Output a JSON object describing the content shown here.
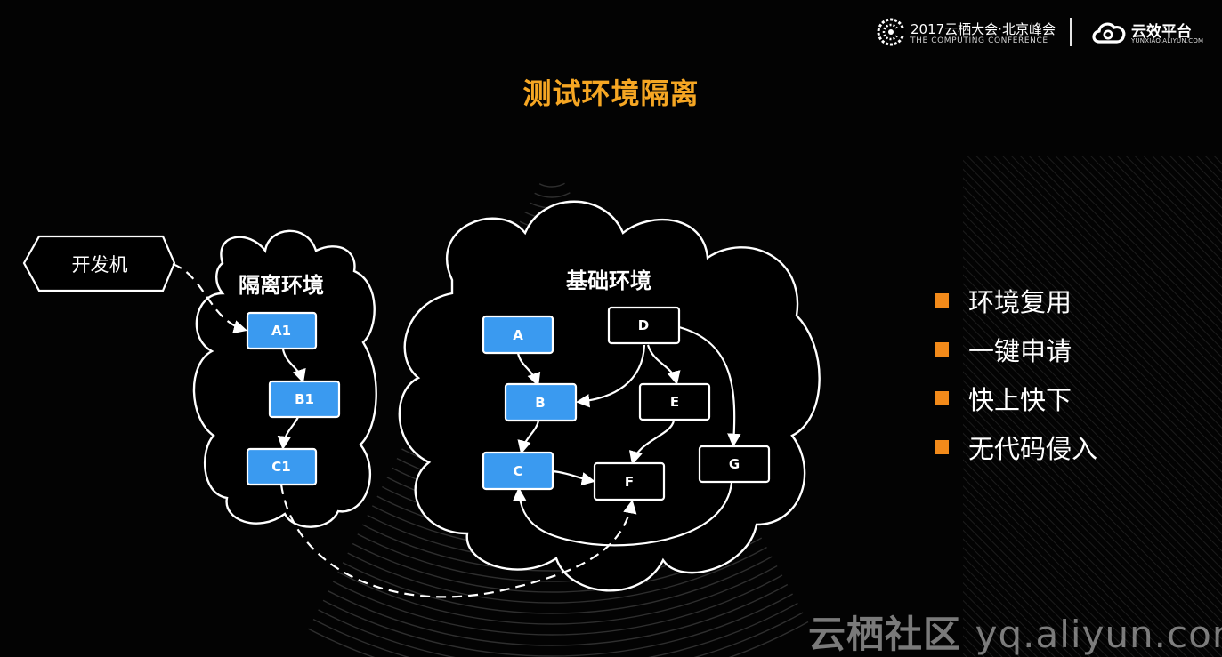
{
  "header": {
    "conference_title": "2017云栖大会·北京峰会",
    "conference_subtitle": "THE COMPUTING CONFERENCE",
    "platform_name": "云效平台",
    "platform_url": "YUNXIAO.ALIYUN.COM"
  },
  "title": "测试环境隔离",
  "dev_machine": "开发机",
  "isolated_env": {
    "label": "隔离环境",
    "nodes": [
      "A1",
      "B1",
      "C1"
    ]
  },
  "base_env": {
    "label": "基础环境",
    "nodes": [
      "A",
      "B",
      "C",
      "D",
      "E",
      "F",
      "G"
    ]
  },
  "bullets": [
    "环境复用",
    "一键申请",
    "快上快下",
    "无代码侵入"
  ],
  "colors": {
    "title": "#f5a623",
    "bullet_marker": "#f28a1a",
    "node_blue": "#3a9af0",
    "background": "#030303"
  },
  "watermark": {
    "brand": "云栖社区",
    "url": "yq.aliyun.com"
  }
}
